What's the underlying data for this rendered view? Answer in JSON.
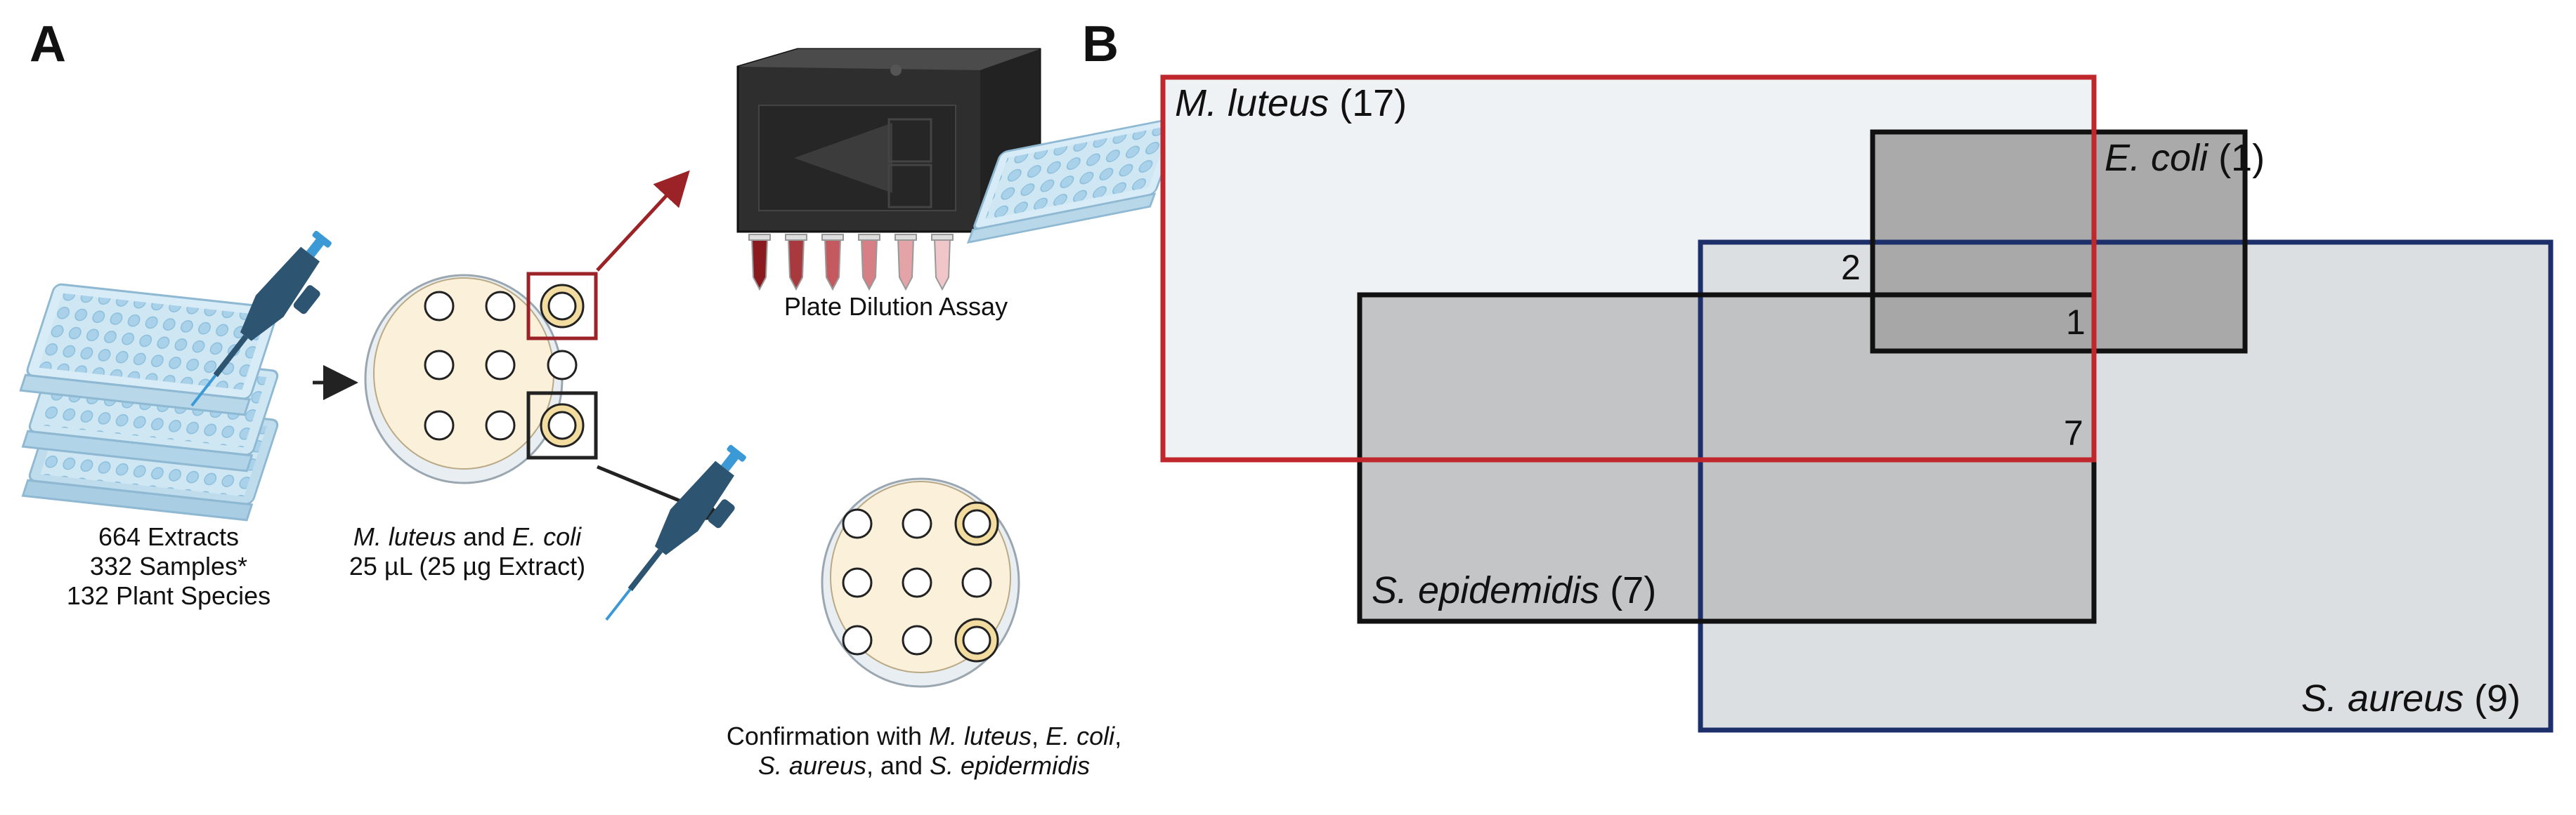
{
  "panels": {
    "a": "A",
    "b": "B"
  },
  "panel_a": {
    "stack_caption": [
      "664 Extracts",
      "332 Samples*",
      "132 Plant Species"
    ],
    "petri_caption": {
      "line1_organism1": "M. luteus",
      "line1_and": " and ",
      "line1_organism2": "E. coli",
      "line2": "25 µL (25 µg Extract)"
    },
    "plate_reader_caption": "Plate Dilution Assay",
    "confirm_caption": {
      "prefix": "Confirmation with ",
      "org1": "M. luteus",
      "sep1": ", ",
      "org2": "E. coli",
      "sep2": ",",
      "org3": "S. aureus",
      "and": ", and ",
      "org4": "S. epidermidis"
    },
    "colors": {
      "plate_blue": "#cfe6f3",
      "agar": "#fbf0da",
      "halo": "#f2dca0",
      "pipette": "#2d5470",
      "pipette_tip": "#3b9ad6",
      "red_arrow": "#9b2226",
      "black_arrow": "#222222"
    }
  },
  "panel_b": {
    "sets": [
      {
        "id": "m_luteus",
        "name": "M. luteus",
        "count": "(17)",
        "border": "#c0272d",
        "fill": "#eef2f4"
      },
      {
        "id": "e_coli",
        "name": "E. coli",
        "count": "(1)",
        "border": "#111111",
        "fill": "#a5a5a5"
      },
      {
        "id": "s_aureus",
        "name": "S. aureus",
        "count": "(9)",
        "border": "#1c2f6b",
        "fill": "#dcdfe1"
      },
      {
        "id": "s_epidemidis",
        "name": "S. epidemidis",
        "count": "(7)",
        "border": "#111111",
        "fill": "#bdbfc1"
      }
    ],
    "overlap_counts": {
      "luteus_aureus_coli": "2",
      "luteus_aureus_coli_epi": "1",
      "luteus_epi_aureus": "7"
    }
  }
}
